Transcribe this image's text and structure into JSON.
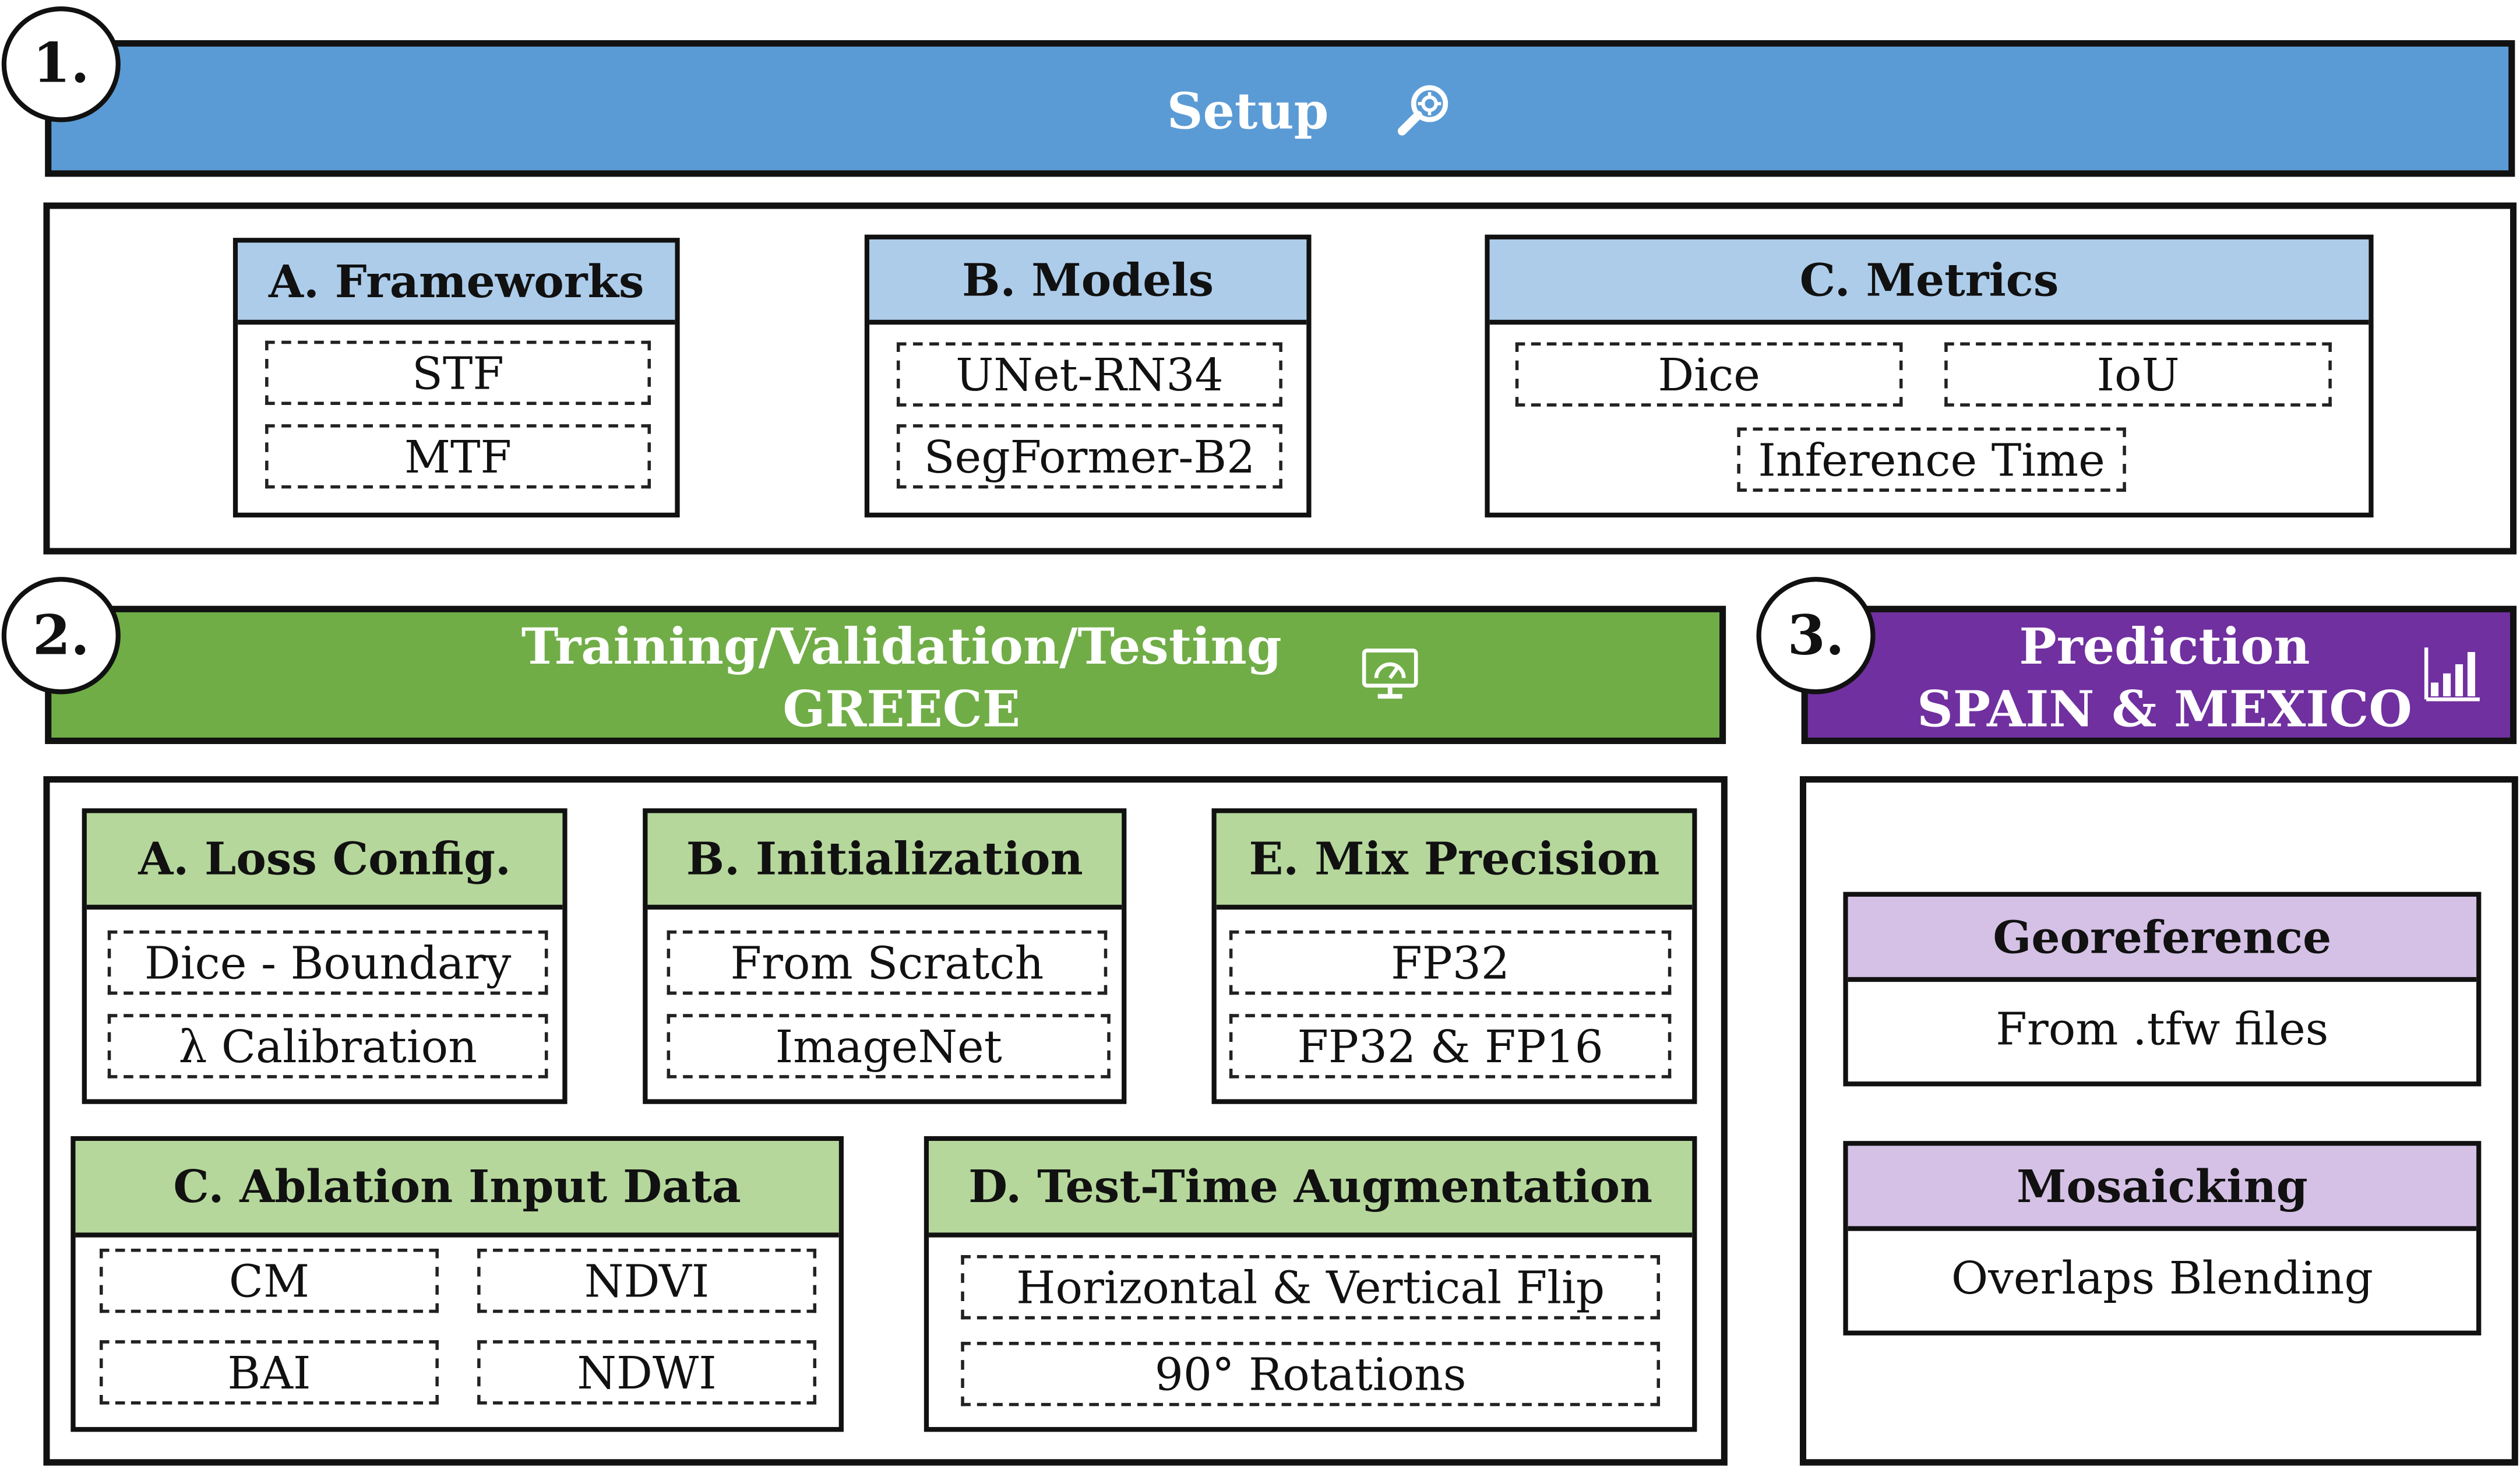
{
  "steps": {
    "setup": {
      "number": "1.",
      "title": "Setup",
      "icon": "magnifier-gear-icon",
      "color": "#5b9bd5",
      "cards": {
        "frameworks": {
          "title": "A. Frameworks",
          "items": [
            "STF",
            "MTF"
          ]
        },
        "models": {
          "title": "B. Models",
          "items": [
            "UNet-RN34",
            "SegFormer-B2"
          ]
        },
        "metrics": {
          "title": "C. Metrics",
          "items": [
            "Dice",
            "IoU",
            "Inference Time"
          ]
        }
      }
    },
    "training": {
      "number": "2.",
      "title_line1": "Training/Validation/Testing",
      "title_line2": "GREECE",
      "icon": "monitor-gauge-icon",
      "color": "#70ad47",
      "cards": {
        "loss": {
          "title": "A. Loss Config.",
          "items": [
            "Dice - Boundary",
            "λ Calibration"
          ]
        },
        "init": {
          "title": "B. Initialization",
          "items": [
            "From Scratch",
            "ImageNet"
          ]
        },
        "precision": {
          "title": "E. Mix Precision",
          "items": [
            "FP32",
            "FP32 & FP16"
          ]
        },
        "ablation": {
          "title": "C. Ablation Input Data",
          "items": [
            "CM",
            "NDVI",
            "BAI",
            "NDWI"
          ]
        },
        "tta": {
          "title": "D. Test-Time Augmentation",
          "items": [
            "Horizontal & Vertical Flip",
            "90° Rotations"
          ]
        }
      }
    },
    "prediction": {
      "number": "3.",
      "title_line1": "Prediction",
      "title_line2": "SPAIN & MEXICO",
      "icon": "bar-chart-icon",
      "color": "#7030a0",
      "cards": {
        "georeference": {
          "title": "Georeference",
          "item": "From .tfw files"
        },
        "mosaicking": {
          "title": "Mosaicking",
          "item": "Overlaps Blending"
        }
      }
    }
  },
  "colors": {
    "green_header": "#b5d79b",
    "blue_header": "#acccea",
    "lilac_header": "#d5c1e5"
  }
}
